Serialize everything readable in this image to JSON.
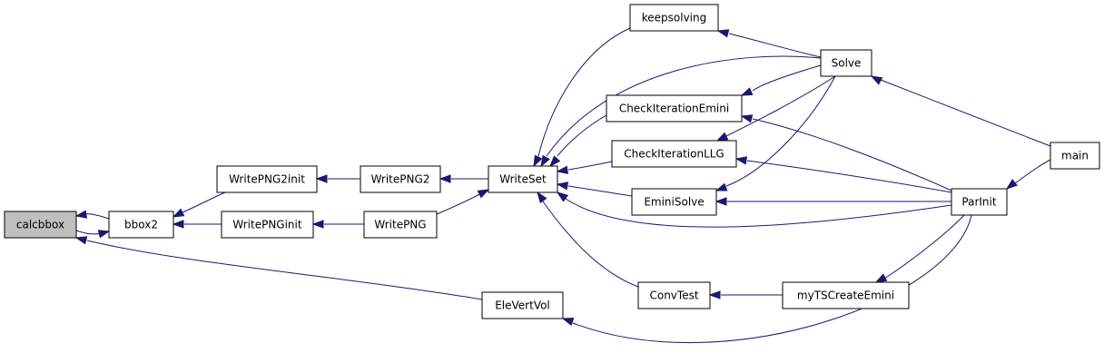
{
  "graph": {
    "highlight_color": "#bfbfbf",
    "edge_color": "#191970",
    "nodes": {
      "calcbbox": "calcbbox",
      "bbox2": "bbox2",
      "WritePNG2init": "WritePNG2init",
      "WritePNGinit": "WritePNGinit",
      "WritePNG2": "WritePNG2",
      "WritePNG": "WritePNG",
      "WriteSet": "WriteSet",
      "EleVertVol": "EleVertVol",
      "keepsolving": "keepsolving",
      "CheckIterationEmini": "CheckIterationEmini",
      "CheckIterationLLG": "CheckIterationLLG",
      "EminiSolve": "EminiSolve",
      "ConvTest": "ConvTest",
      "Solve": "Solve",
      "myTSCreateEmini": "myTSCreateEmini",
      "ParInit": "ParInit",
      "main": "main"
    }
  }
}
